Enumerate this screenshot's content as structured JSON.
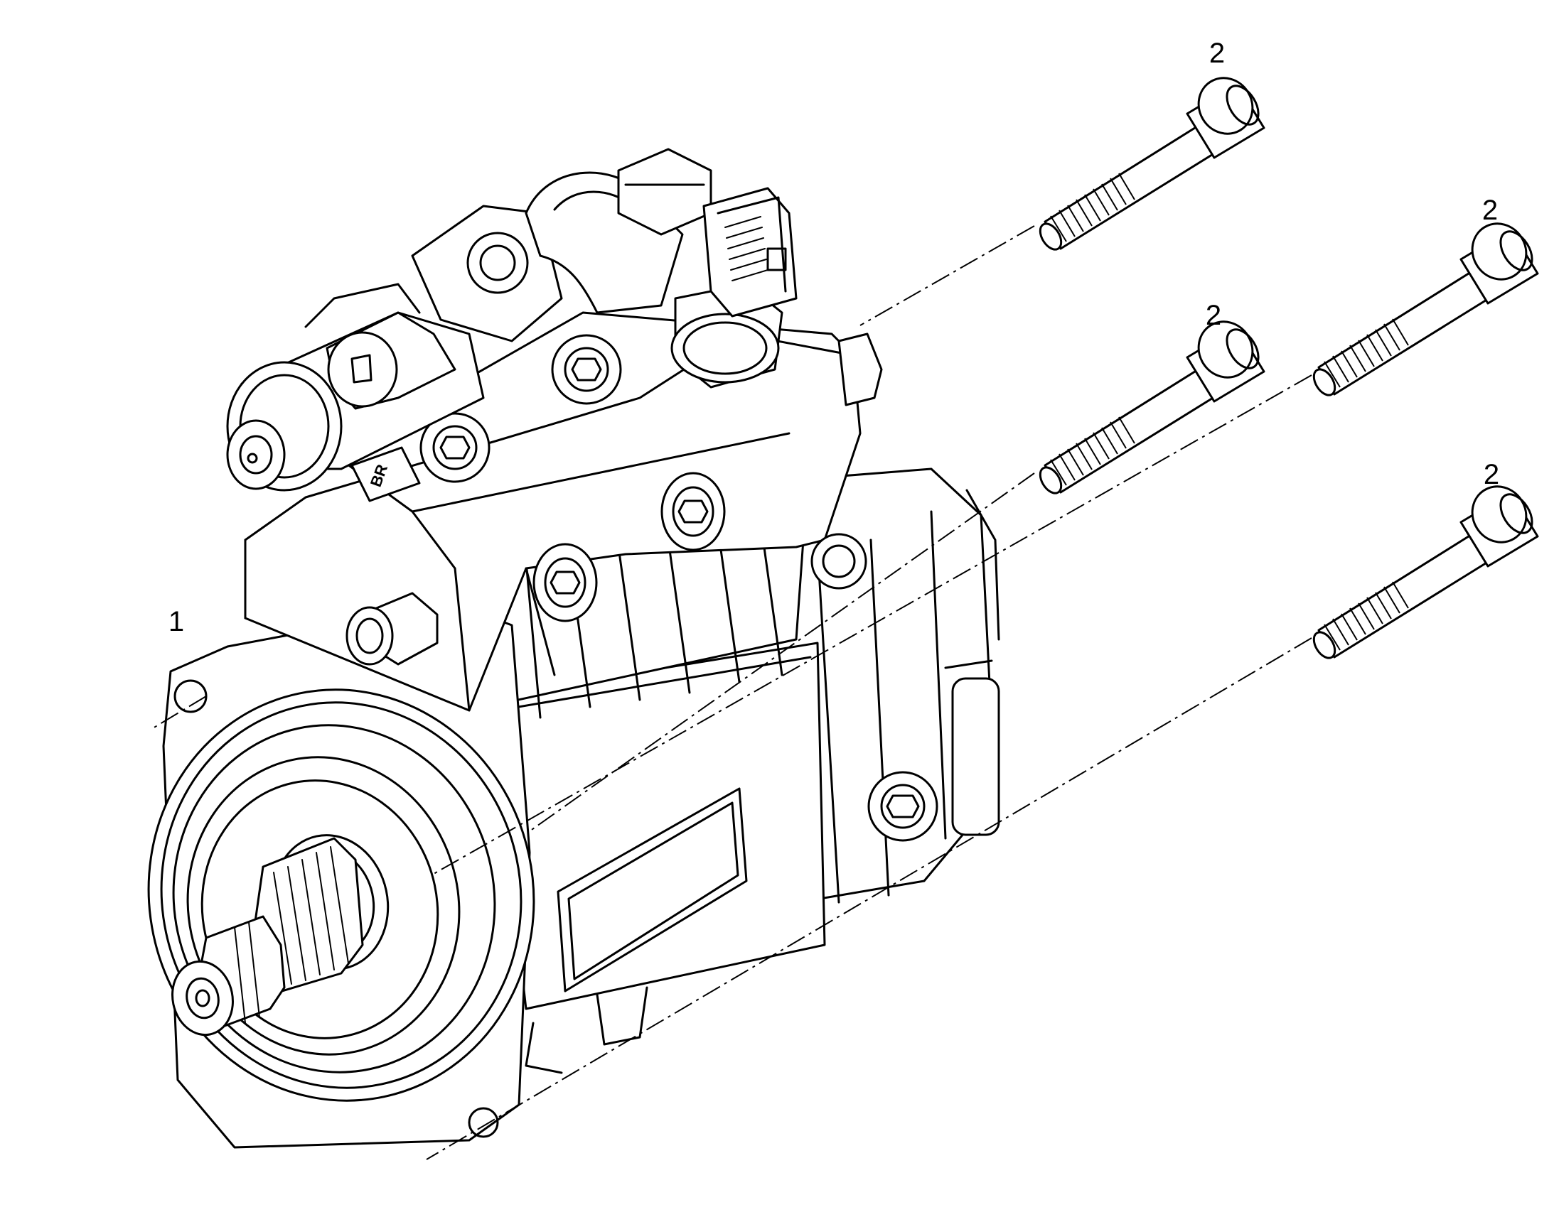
{
  "diagram": {
    "callouts": [
      {
        "id": "pump",
        "label": "1"
      },
      {
        "id": "bolt-top",
        "label": "2"
      },
      {
        "id": "bolt-upper-right",
        "label": "2"
      },
      {
        "id": "bolt-middle",
        "label": "2"
      },
      {
        "id": "bolt-lower-right",
        "label": "2"
      }
    ],
    "label_mark": "BR",
    "colors": {
      "line": "#000000",
      "background": "#ffffff"
    }
  }
}
